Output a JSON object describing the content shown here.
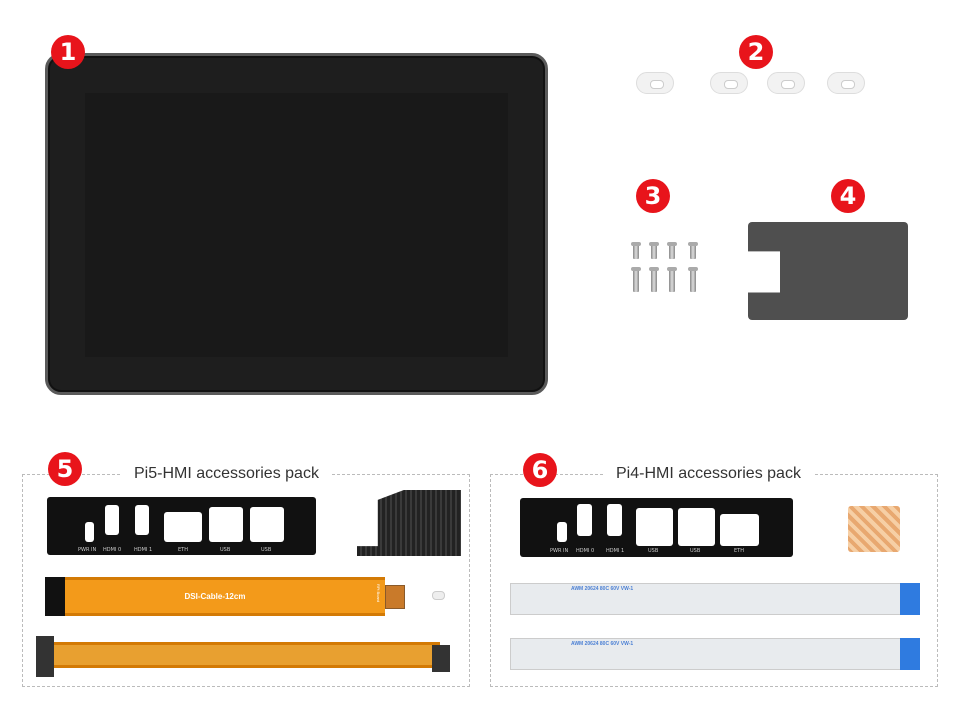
{
  "badges": [
    "1",
    "2",
    "3",
    "4",
    "5",
    "6"
  ],
  "packs": {
    "pi5": {
      "title": "Pi5-HMI accessories pack",
      "ports": [
        "PWR IN",
        "HDMI 0",
        "HDMI 1",
        "ETH",
        "USB",
        "USB"
      ],
      "cable_label": "DSI-Cable-12cm",
      "cable_end_label": "RPi Board"
    },
    "pi4": {
      "title": "Pi4-HMI accessories pack",
      "ports": [
        "PWR IN",
        "HDMI 0",
        "HDMI 1",
        "USB",
        "USB",
        "ETH"
      ],
      "ffc_text": "AWM 20624 80C 60V VW-1"
    }
  },
  "colors": {
    "badge": "#e8141b",
    "cable": "#f39a1a",
    "ffc_tab": "#2f7be0"
  }
}
